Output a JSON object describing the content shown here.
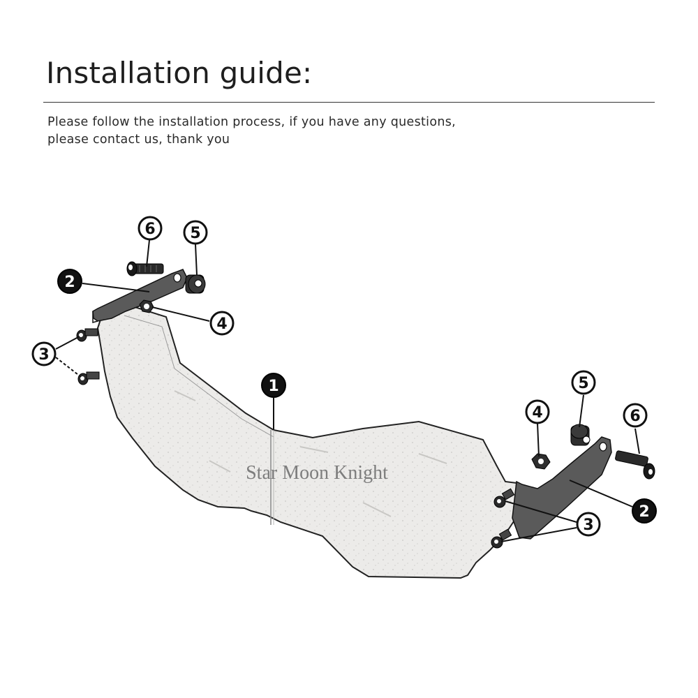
{
  "header": {
    "title": "Installation guide:",
    "description_line1": "Please follow the installation process, if you have any questions,",
    "description_line2": "please contact us, thank you"
  },
  "diagram": {
    "watermark": "Star Moon Knight",
    "callouts": [
      {
        "id": "c1",
        "label": "1",
        "style": "filled"
      },
      {
        "id": "c2l",
        "label": "2",
        "style": "filled"
      },
      {
        "id": "c2r",
        "label": "2",
        "style": "filled"
      },
      {
        "id": "c3l",
        "label": "3",
        "style": "outline"
      },
      {
        "id": "c3r",
        "label": "3",
        "style": "outline"
      },
      {
        "id": "c4l",
        "label": "4",
        "style": "outline"
      },
      {
        "id": "c4r",
        "label": "4",
        "style": "outline"
      },
      {
        "id": "c5l",
        "label": "5",
        "style": "outline"
      },
      {
        "id": "c5r",
        "label": "5",
        "style": "outline"
      },
      {
        "id": "c6l",
        "label": "6",
        "style": "outline"
      },
      {
        "id": "c6r",
        "label": "6",
        "style": "outline"
      }
    ]
  },
  "colors": {
    "ink": "#1e1e1e",
    "panel_fill": "#ebebea",
    "bracket_fill": "#5a5a5a"
  }
}
